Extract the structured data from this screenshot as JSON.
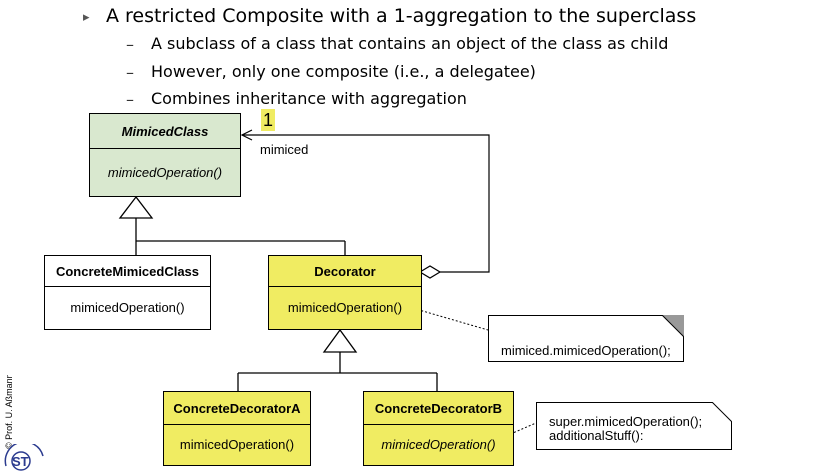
{
  "bullets": {
    "main": "A restricted Composite with a 1-aggregation to the superclass",
    "main_marker": "▸",
    "sub_marker": "–",
    "sub": [
      "A subclass of a class that contains an object of the class as child",
      "However, only one composite (i.e., a delegatee)",
      "Combines inheritance with aggregation"
    ]
  },
  "diagram": {
    "mimiced_class": {
      "name": "MimicedClass",
      "operation": "mimicedOperation()"
    },
    "concrete_mimiced_class": {
      "name": "ConcreteMimicedClass",
      "operation": "mimicedOperation()"
    },
    "decorator": {
      "name": "Decorator",
      "operation": "mimicedOperation()"
    },
    "concrete_decorator_a": {
      "name": "ConcreteDecoratorA",
      "operation": "mimicedOperation()"
    },
    "concrete_decorator_b": {
      "name": "ConcreteDecoratorB",
      "operation": "mimicedOperation()"
    },
    "association": {
      "role": "mimiced",
      "multiplicity": "1"
    },
    "notes": {
      "decorator_note": "mimiced.mimicedOperation();",
      "decorator_b_note_line1": "super.mimicedOperation();",
      "decorator_b_note_line2": "additionalStuff():"
    }
  },
  "footer": {
    "copyright": "© Prof. U. Aßmann",
    "logo": "ST"
  },
  "colors": {
    "green_class": "#d9e8cf",
    "yellow_class": "#f0ec62",
    "highlight": "#f0ec62",
    "note_fold": "#999999"
  }
}
